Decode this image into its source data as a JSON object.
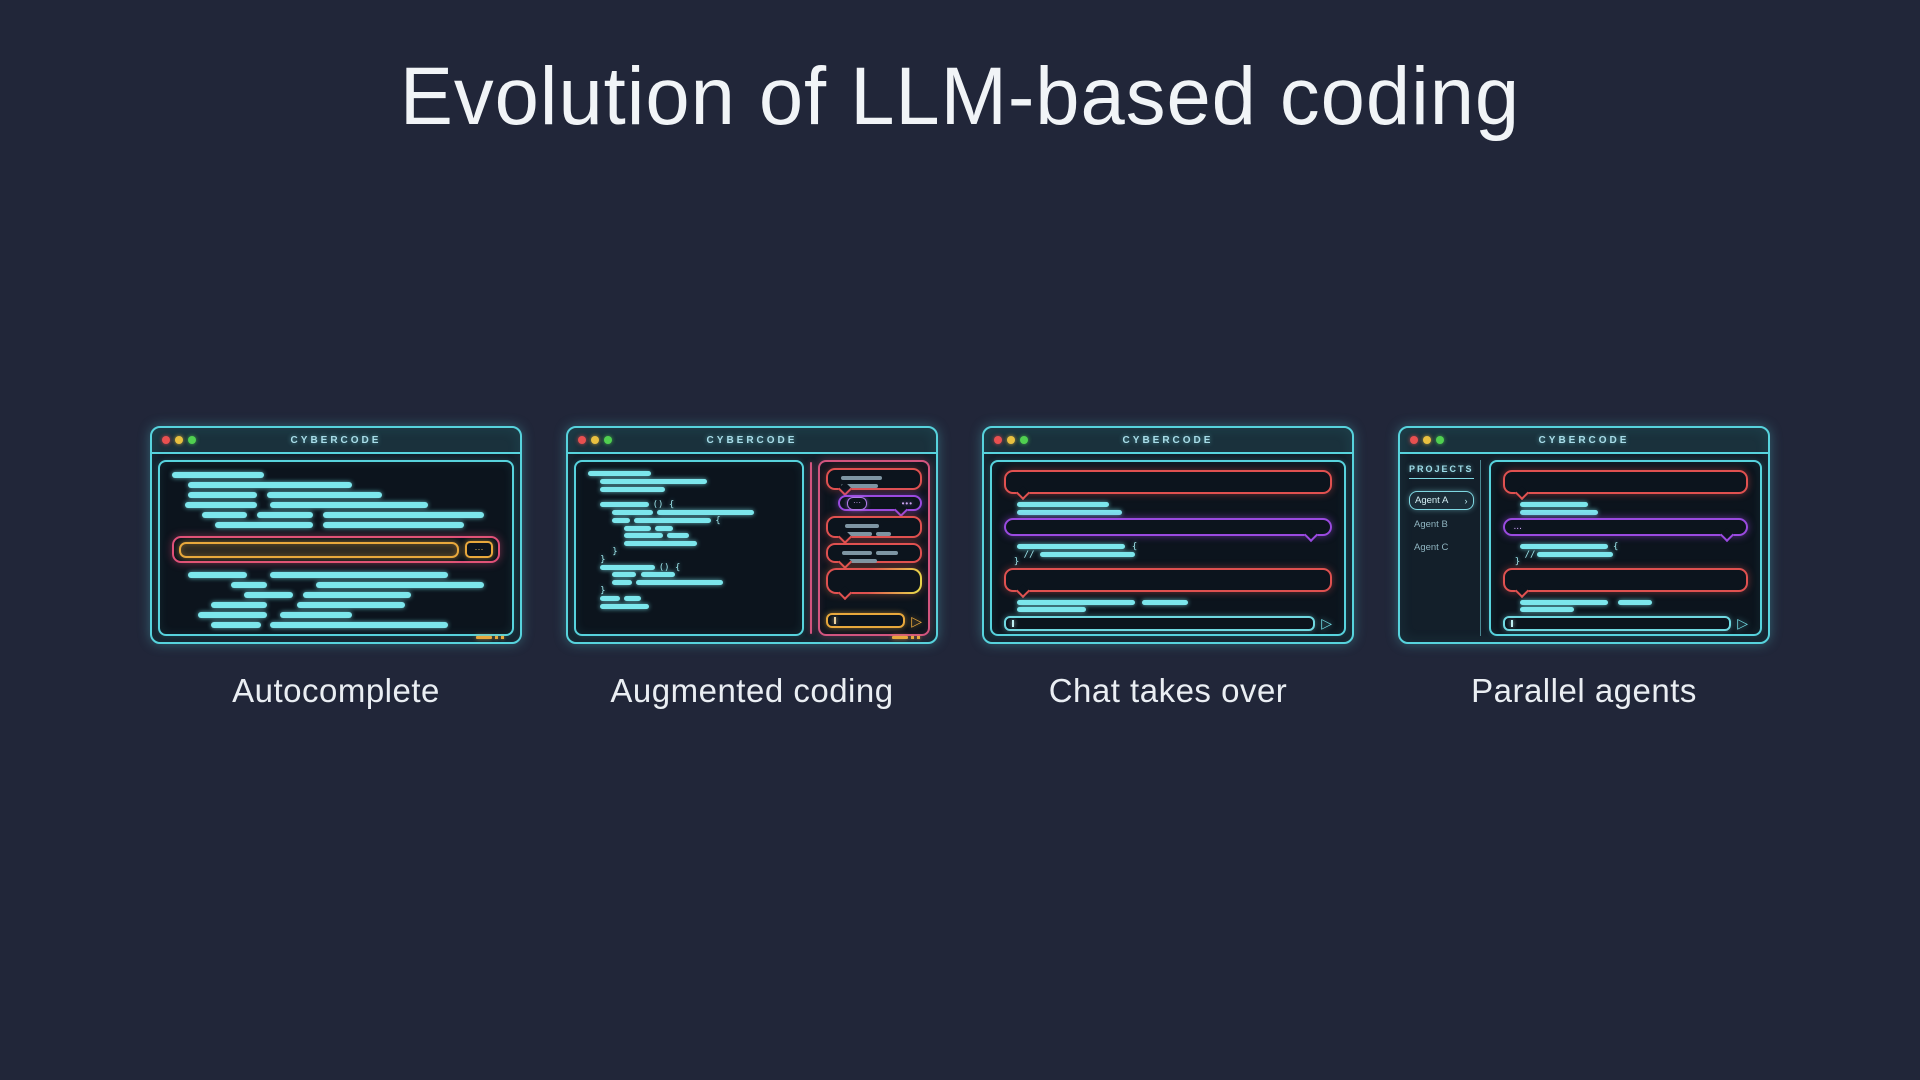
{
  "title": "Evolution of LLM-based coding",
  "chrome": {
    "title": "CYBERCODE"
  },
  "glyphs": {
    "send": "▷",
    "ellipsis": "···",
    "dots": "•••",
    "typing": "...",
    "chevron": "›"
  },
  "colors": {
    "background": "#212639",
    "window_border": "#57d3dd",
    "code_cyan": "#7ce6ec",
    "red": "#e05150",
    "purple": "#9a4ae0",
    "amber": "#e8a83c",
    "yellow": "#e8d44a",
    "pink": "#d2557f",
    "dot_close": "#e85050",
    "dot_minimize": "#e8c040",
    "dot_maximize": "#50d050",
    "title_text": "#f1f4f7"
  },
  "panels": [
    {
      "label": "Autocomplete",
      "code_top": [
        [
          [
            0,
            28
          ]
        ],
        [
          [
            5,
            50
          ]
        ],
        [
          [
            5,
            21
          ],
          [
            29,
            35
          ]
        ],
        [
          [
            4,
            22
          ],
          [
            30,
            48
          ]
        ],
        [
          [
            9,
            14
          ],
          [
            26,
            17
          ],
          [
            46,
            49
          ]
        ],
        [
          [
            13,
            30
          ],
          [
            46,
            43
          ]
        ]
      ],
      "code_bottom": [
        [
          [
            5,
            18
          ],
          [
            30,
            54
          ]
        ],
        [
          [
            18,
            11
          ],
          [
            44,
            51
          ]
        ],
        [
          [
            22,
            15
          ],
          [
            40,
            33
          ]
        ],
        [
          [
            12,
            17
          ],
          [
            38,
            33
          ]
        ],
        [
          [
            8,
            21
          ],
          [
            33,
            22
          ]
        ],
        [
          [
            12,
            15
          ],
          [
            30,
            54
          ]
        ]
      ]
    },
    {
      "label": "Augmented coding",
      "code": [
        [
          [
            0,
            31
          ]
        ],
        [
          [
            6,
            53
          ]
        ],
        [
          [
            6,
            32
          ]
        ],
        [],
        [
          [
            6,
            24
          ],
          {
            "x": 32,
            "t": "() {"
          }
        ],
        [
          [
            12,
            20
          ],
          [
            34,
            48
          ]
        ],
        [
          [
            12,
            9
          ],
          [
            23,
            38
          ],
          {
            "x": 63,
            "t": "{"
          }
        ],
        [
          [
            18,
            13
          ],
          [
            33,
            9
          ]
        ],
        [
          [
            18,
            19
          ],
          [
            39,
            11
          ]
        ],
        [
          [
            18,
            36
          ]
        ],
        [
          {
            "x": 12,
            "t": "}"
          }
        ],
        [
          {
            "x": 6,
            "t": "}"
          }
        ],
        [
          [
            6,
            27
          ],
          {
            "x": 35,
            "t": "() {"
          }
        ],
        [
          [
            12,
            12
          ],
          [
            26,
            17
          ]
        ],
        [
          [
            12,
            10
          ],
          [
            24,
            43
          ]
        ],
        [
          {
            "x": 6,
            "t": "}"
          }
        ],
        [
          [
            6,
            10
          ],
          [
            18,
            8
          ]
        ],
        [
          [
            6,
            24
          ]
        ]
      ],
      "chat": {
        "bubble1_lines": [
          [
            [
              6,
              55
            ]
          ],
          [
            [
              6,
              49
            ]
          ]
        ],
        "bubble3_lines": [
          [
            [
              12,
              44
            ]
          ],
          [
            [
              10,
              38
            ],
            [
              52,
              20
            ]
          ]
        ],
        "bubble4_lines": [
          [
            [
              8,
              40
            ],
            [
              52,
              30
            ]
          ],
          [
            [
              8,
              46
            ]
          ]
        ]
      }
    },
    {
      "label": "Chat takes over",
      "after_red1": [
        [
          [
            4,
            28
          ]
        ],
        [
          [
            4,
            32
          ]
        ]
      ],
      "after_purple": [
        [
          [
            4,
            33
          ],
          {
            "x": 39,
            "t": "{"
          }
        ],
        [
          {
            "x": 6,
            "t": "//"
          },
          [
            11,
            29
          ]
        ],
        [
          {
            "x": 3,
            "t": "}"
          }
        ]
      ],
      "after_red2": [
        [
          [
            4,
            36
          ],
          [
            42,
            14
          ]
        ],
        [
          [
            4,
            21
          ]
        ]
      ]
    },
    {
      "label": "Parallel agents",
      "sidebar": {
        "header": "PROJECTS",
        "items": [
          "Agent A",
          "Agent B",
          "Agent C"
        ],
        "selected_index": 0
      },
      "after_red1": [
        [
          [
            7,
            28
          ]
        ],
        [
          [
            7,
            32
          ]
        ]
      ],
      "after_purple": [
        [
          [
            7,
            36
          ],
          {
            "x": 45,
            "t": "{"
          }
        ],
        [
          {
            "x": 9,
            "t": "//"
          },
          [
            14,
            31
          ]
        ],
        [
          {
            "x": 5,
            "t": "}"
          }
        ]
      ],
      "after_red2": [
        [
          [
            7,
            36
          ],
          [
            47,
            14
          ]
        ],
        [
          [
            7,
            22
          ]
        ]
      ]
    }
  ]
}
